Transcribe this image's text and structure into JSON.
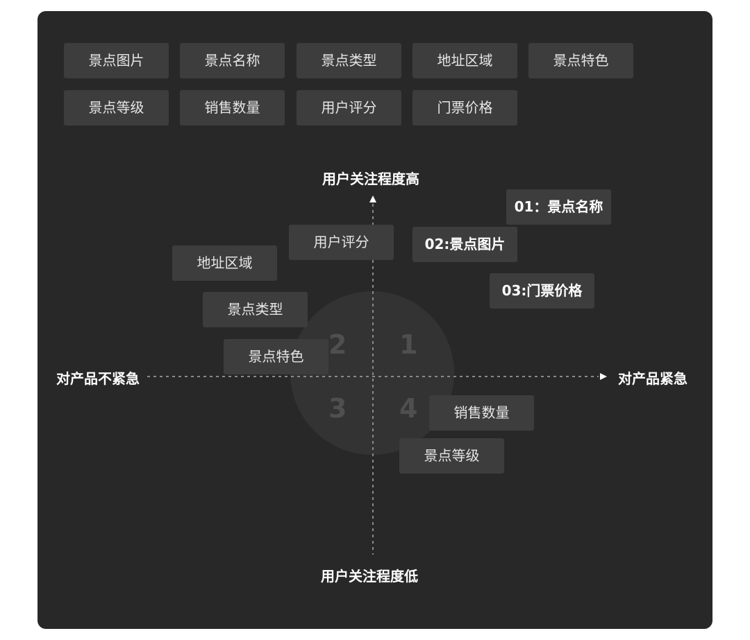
{
  "palette": {
    "tags": [
      "景点图片",
      "景点名称",
      "景点类型",
      "地址区域",
      "景点特色",
      "景点等级",
      "销售数量",
      "用户评分",
      "门票价格"
    ]
  },
  "axes": {
    "top": "用户关注程度高",
    "bottom": "用户关注程度低",
    "left": "对产品不紧急",
    "right": "对产品紧急"
  },
  "quadrants": [
    "1",
    "2",
    "3",
    "4"
  ],
  "priority": [
    "01：景点名称",
    "02:景点图片",
    "03:门票价格"
  ],
  "placed": {
    "user_rating": "用户评分",
    "address_area": "地址区域",
    "spot_type": "景点类型",
    "spot_feature": "景点特色",
    "sales_count": "销售数量",
    "spot_grade": "景点等级"
  },
  "colors": {
    "background": "#282828",
    "tag": "#3d3d3d",
    "axis": "#8a8a8a",
    "quadrant_number": "#4f4f4f"
  }
}
